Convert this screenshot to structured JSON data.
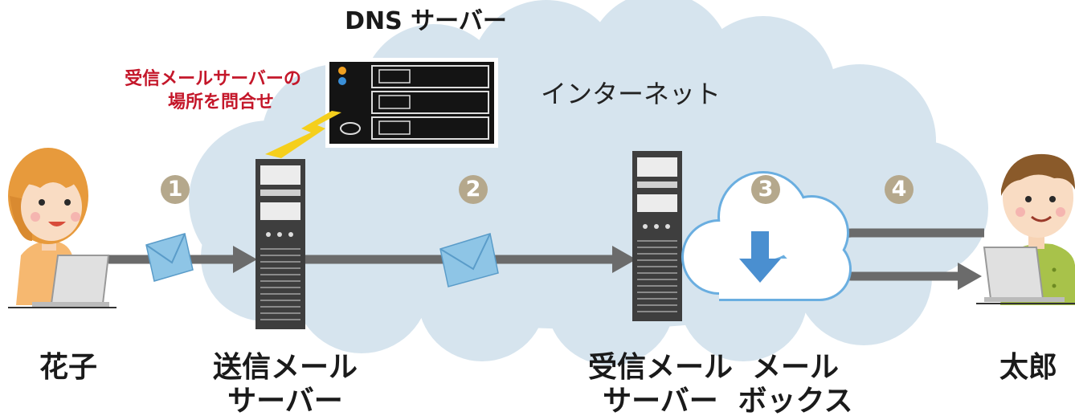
{
  "labels": {
    "dns_server": "DNS サーバー",
    "internet": "インターネット",
    "note_line1": "受信メールサーバーの",
    "note_line2": "場所を問合せ",
    "hanako": "花子",
    "sending_server_line1": "送信メール",
    "sending_server_line2": "サーバー",
    "receiving_server_line1": "受信メール",
    "receiving_server_line2": "サーバー",
    "mailbox_line1": "メール",
    "mailbox_line2": "ボックス",
    "taro": "太郎"
  },
  "steps": [
    "1",
    "2",
    "3",
    "4"
  ],
  "colors": {
    "cloud": "#d6e4ee",
    "arrow": "#6b6b6b",
    "note": "#c4172a",
    "step_badge": "#b5a88c",
    "envelope": "#8ec5e6",
    "mailbox_arrow": "#4a8fd0",
    "lightning": "#f5cf1c"
  }
}
